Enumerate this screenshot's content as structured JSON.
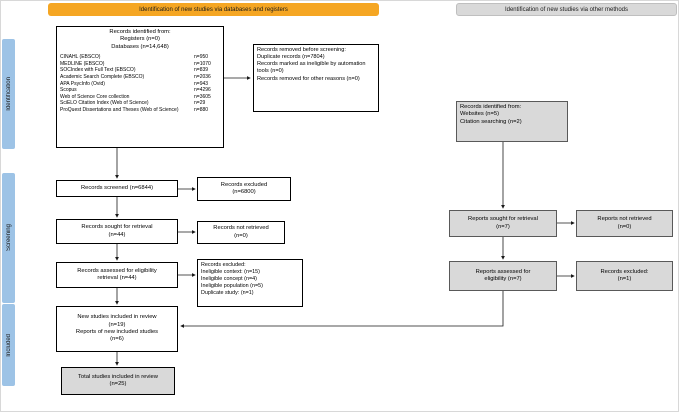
{
  "banners": {
    "databases": "Identification of new studies via databases and registers",
    "other_methods": "Identification of new studies via other methods"
  },
  "sidebar": {
    "identification": "Identification",
    "screening": "Screening",
    "included": "Included"
  },
  "colors": {
    "banner_orange": "#F5A623",
    "banner_gray": "#D9D9D9",
    "sidebar_blue": "#9DC3E6",
    "box_gray": "#D9D9D9",
    "box_border": "#000000"
  },
  "database_flow": {
    "identified": {
      "title": "Records identified from:",
      "registers": "Registers (n=0)",
      "databases_total": "Databases (n=14,648)",
      "sources": [
        {
          "name": "CINAHL (EBSCO)",
          "count": "n=950"
        },
        {
          "name": "MEDLINE (EBSCO)",
          "count": "n=1070"
        },
        {
          "name": "SOCIndex with Full Text (EBSCO)",
          "count": "n=839"
        },
        {
          "name": "Academic Search Complete (EBSCO)",
          "count": "n=2036"
        },
        {
          "name": "APA PsycInfo (Ovid)",
          "count": "n=943"
        },
        {
          "name": "Scopus",
          "count": "n=4296"
        },
        {
          "name": "Web of Science Core collection",
          "count": "n=3605"
        },
        {
          "name": "SciELO Citation Index (Web of Science)",
          "count": "n=29"
        },
        {
          "name": "ProQuest Dissertations and Theses (Web of Science)",
          "count": "n=880"
        }
      ]
    },
    "removed_before_screening": {
      "title": "Records removed before screening:",
      "duplicates": "Duplicate records (n=7804)",
      "automation": "Records marked as ineligible by automation tools (n=0)",
      "other": "Records removed for other reasons (n=0)"
    },
    "screened": {
      "label": "Records screened (n=6844)"
    },
    "records_excluded": {
      "line1": "Records excluded",
      "line2": "(n=6800)"
    },
    "sought_retrieval": {
      "line1": "Records sought for retrieval",
      "line2": "(n=44)"
    },
    "not_retrieved": {
      "line1": "Records not retrieved",
      "line2": "(n=0)"
    },
    "assessed_eligibility": {
      "line1": "Records assessed for eligibility",
      "line2": "retrieval (n=44)"
    },
    "excluded_eligibility": {
      "title": "Records excluded:",
      "reasons": [
        "Ineligible context: (n=15)",
        "Ineligible concept (n=4)",
        "Ineligible population (n=5)",
        "Duplicate study: (n=1)"
      ]
    },
    "new_included": {
      "line1": "New studies included in review",
      "line2": "(n=19)",
      "line3": "Reports of new included studies",
      "line4": "(n=6)"
    },
    "total_included": {
      "line1": "Total studies included in review",
      "line2": "(n=25)"
    }
  },
  "other_methods_flow": {
    "identified": {
      "title": "Records identified from:",
      "websites": "Websites (n=5)",
      "citation": "Citation searching (n=2)"
    },
    "sought_retrieval": {
      "line1": "Reports sought for retrieval",
      "line2": "(n=7)"
    },
    "not_retrieved": {
      "line1": "Reports not retrieved",
      "line2": "(n=0)"
    },
    "assessed_eligibility": {
      "line1": "Reports assessed for",
      "line2": "eligibility (n=7)"
    },
    "excluded": {
      "line1": "Records excluded:",
      "line2": "(n=1)"
    }
  }
}
